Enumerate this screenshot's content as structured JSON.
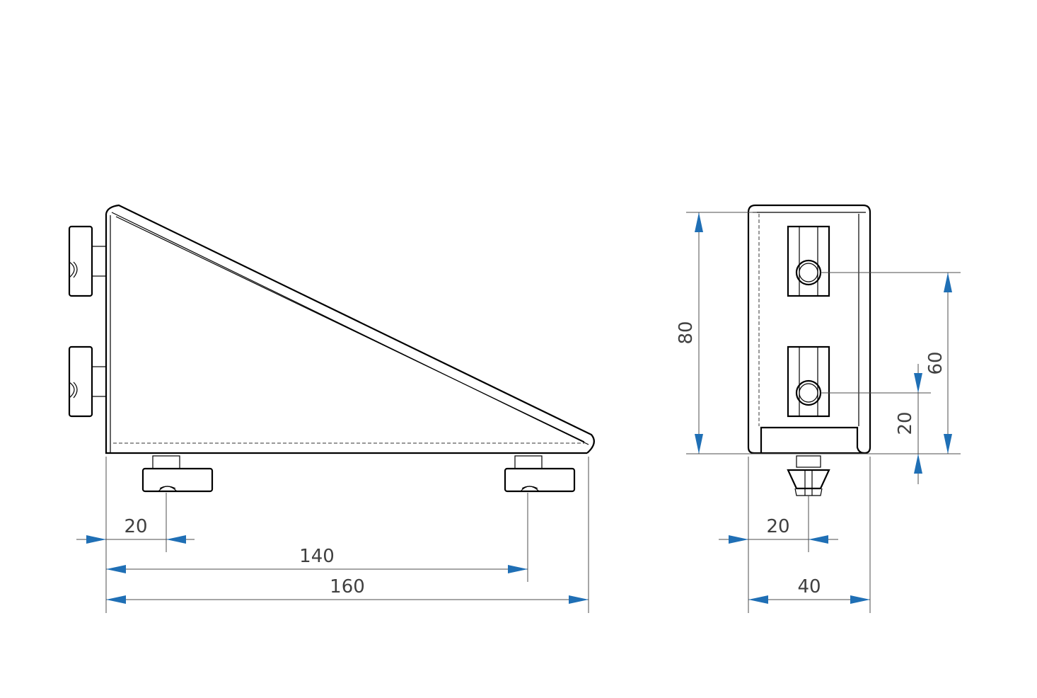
{
  "drawing": {
    "arrow_color": "#1f6fb5",
    "line_color": "#000000",
    "side_view": {
      "dimensions": {
        "d20": "20",
        "d140": "140",
        "d160": "160"
      }
    },
    "end_view": {
      "dimensions": {
        "d80": "80",
        "d60": "60",
        "d20_vertical": "20",
        "d20_horizontal": "20",
        "d40": "40"
      }
    }
  }
}
